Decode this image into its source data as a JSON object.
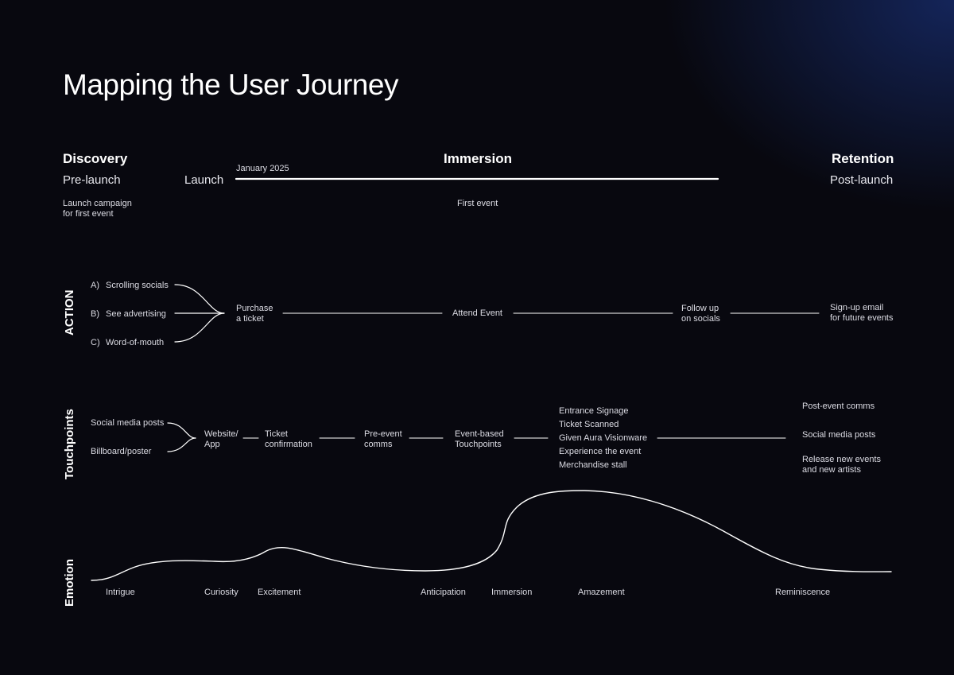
{
  "title": "Mapping the User Journey",
  "phases": {
    "discovery": "Discovery",
    "immersion": "Immersion",
    "retention": "Retention"
  },
  "timeline": {
    "pre_launch": "Pre-launch",
    "launch": "Launch",
    "date": "January 2025",
    "post_launch": "Post-launch",
    "launch_campaign": "Launch campaign\nfor first event",
    "first_event": "First event"
  },
  "rows": {
    "action": "ACTION",
    "touchpoints": "Touchpoints",
    "emotion": "Emotion"
  },
  "action": {
    "opt_a_letter": "A)",
    "opt_a": "Scrolling socials",
    "opt_b_letter": "B)",
    "opt_b": "See advertising",
    "opt_c_letter": "C)",
    "opt_c": "Word-of-mouth",
    "purchase": "Purchase\na ticket",
    "attend": "Attend Event",
    "follow": "Follow up\non socials",
    "signup": "Sign-up email\nfor future events"
  },
  "touchpoints": {
    "social_posts": "Social media posts",
    "billboard": "Billboard/poster",
    "website": "Website/\nApp",
    "ticket_confirmation": "Ticket\nconfirmation",
    "pre_event": "Pre-event\ncomms",
    "event_based": "Event-based\nTouchpoints",
    "event_list": [
      "Entrance Signage",
      "Ticket Scanned",
      "Given Aura Visionware",
      "Experience the event",
      "Merchandise stall"
    ],
    "post_list": [
      "Post-event comms",
      "Social media posts",
      "Release new events\nand new artists"
    ]
  },
  "emotion": {
    "labels": [
      "Intrigue",
      "Curiosity",
      "Excitement",
      "Anticipation",
      "Immersion",
      "Amazement",
      "Reminiscence"
    ]
  }
}
